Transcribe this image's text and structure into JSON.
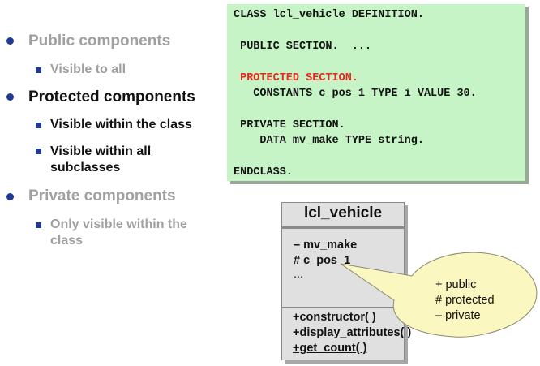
{
  "bullets": [
    {
      "label": "Public components",
      "state": "dimmed",
      "sub": [
        "Visible to all"
      ]
    },
    {
      "label": "Protected components",
      "state": "active",
      "sub": [
        "Visible within the class",
        "Visible within all subclasses"
      ]
    },
    {
      "label": "Private components",
      "state": "dimmed",
      "sub": [
        "Only visible within the class"
      ]
    }
  ],
  "code": {
    "line1": "CLASS lcl_vehicle DEFINITION.",
    "line2": " PUBLIC SECTION.  ...",
    "line3": " PROTECTED SECTION.",
    "line4": "   CONSTANTS c_pos_1 TYPE i VALUE 30.",
    "line5": " PRIVATE SECTION.",
    "line6": "    DATA mv_make TYPE string.",
    "line7": "ENDCLASS."
  },
  "uml": {
    "class_name": "lcl_vehicle",
    "attributes": [
      "– mv_make",
      "# c_pos_1",
      "..."
    ],
    "methods": [
      "+constructor( )",
      "+display_attributes( )",
      "+get_count( )"
    ]
  },
  "callout": {
    "lines": [
      "+ public",
      "# protected",
      "– private"
    ]
  },
  "colors": {
    "highlight": "#e8281e",
    "code_bg": "#c6f4c6",
    "uml_bg": "#e0e0e0",
    "callout_bg": "#fbf7c0",
    "bullet": "#1f3a93"
  }
}
